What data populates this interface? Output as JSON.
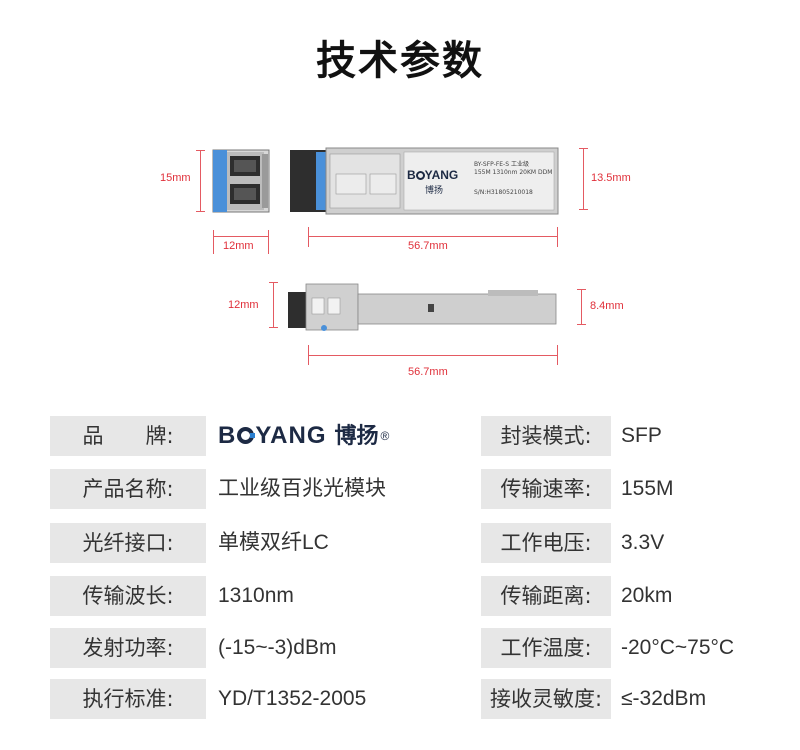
{
  "page": {
    "title": "技术参数"
  },
  "diagram": {
    "end_view_height": "15mm",
    "end_view_width": "12mm",
    "top_view_length": "56.7mm",
    "top_view_height": "13.5mm",
    "side_view_height_left": "12mm",
    "side_view_height_right": "8.4mm",
    "side_view_length": "56.7mm",
    "label": {
      "brand_prefix": "B",
      "brand_suffix": "YANG",
      "brand_cn": "博扬",
      "line1": "BY-SFP-FE-S 工业级",
      "line2": "155M 1310nm 20KM DDM",
      "serial": "S/N:H31805210018"
    }
  },
  "brand": {
    "prefix": "B",
    "suffix": "YANG",
    "cn": "博扬",
    "reg": "®"
  },
  "specs": {
    "left": [
      {
        "label": "品　　牌:",
        "value": ""
      },
      {
        "label": "产品名称:",
        "value": "工业级百兆光模块"
      },
      {
        "label": "光纤接口:",
        "value": "单模双纤LC"
      },
      {
        "label": "传输波长:",
        "value": "1310nm"
      },
      {
        "label": "发射功率:",
        "value": "(-15~-3)dBm"
      },
      {
        "label": "执行标准:",
        "value": "YD/T1352-2005"
      }
    ],
    "right": [
      {
        "label": "封装模式:",
        "value": "SFP"
      },
      {
        "label": "传输速率:",
        "value": "155M"
      },
      {
        "label": "工作电压:",
        "value": "3.3V"
      },
      {
        "label": "传输距离:",
        "value": "20km"
      },
      {
        "label": "工作温度:",
        "value": "-20°C~75°C"
      },
      {
        "label": "接收灵敏度:",
        "value": "≤-32dBm"
      }
    ]
  },
  "colors": {
    "dimension_red": "#e0303a",
    "label_bg": "#e7e7e7",
    "brand_navy": "#1d2a44",
    "lc_blue": "#4a90d9"
  }
}
